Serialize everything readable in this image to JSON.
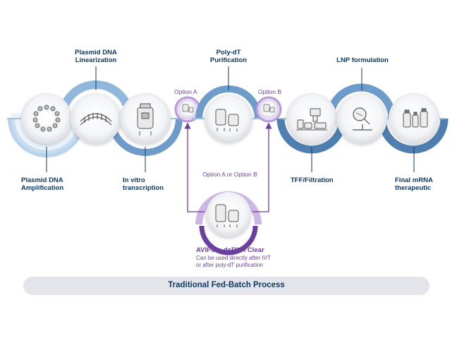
{
  "steps": {
    "plasmid_linearization": "Plasmid DNA\nLinearization",
    "plasmid_amplification": "Plasmid DNA\nAmplification",
    "in_vitro_transcription": "In vitro\ntranscription",
    "polydt_purification": "Poly-dT\nPurification",
    "tff_filtration": "TFF/Filtration",
    "lnp_formulation": "LNP formulation",
    "final_mrna": "Final mRNA\ntherapeutic"
  },
  "options": {
    "option_a": "Option A",
    "option_b": "Option B",
    "option_a_or_b": "Option A or Option B"
  },
  "product": {
    "name": "AVIPure dsRNA Clear",
    "note": "Can be used directly after IVT\nor after poly-dT purification"
  },
  "bar": {
    "label": "Traditional Fed-Batch Process"
  },
  "colors": {
    "navy": "#0f3a66",
    "light_blue": "#8fb8dc",
    "mid_blue": "#4f7fb0",
    "purple": "#6b3fa0",
    "light_purple": "#cdb6e6",
    "bar_gray": "#e3e5ea"
  }
}
